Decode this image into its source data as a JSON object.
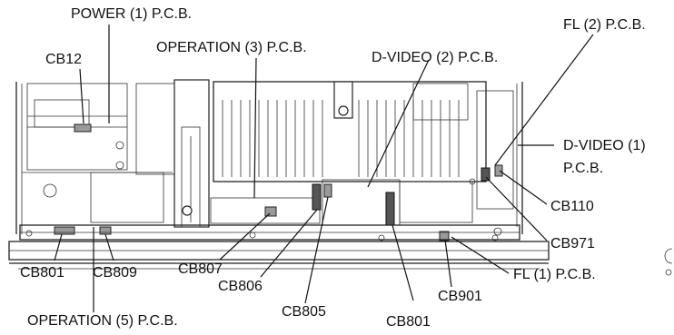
{
  "labels": {
    "power1": "POWER (1) P.C.B.",
    "operation3": "OPERATION (3) P.C.B.",
    "dvideo2": "D-VIDEO (2) P.C.B.",
    "fl2": "FL (2) P.C.B.",
    "dvideo1_line1": "D-VIDEO (1)",
    "dvideo1_line2": "P.C.B.",
    "cb12": "CB12",
    "cb110": "CB110",
    "cb971": "CB971",
    "fl1": "FL (1) P.C.B.",
    "cb807": "CB807",
    "cb806": "CB806",
    "cb805": "CB805",
    "cb801_left": "CB801",
    "cb809": "CB809",
    "operation5": "OPERATION (5) P.C.B.",
    "cb901": "CB901",
    "cb801_right": "CB801"
  }
}
